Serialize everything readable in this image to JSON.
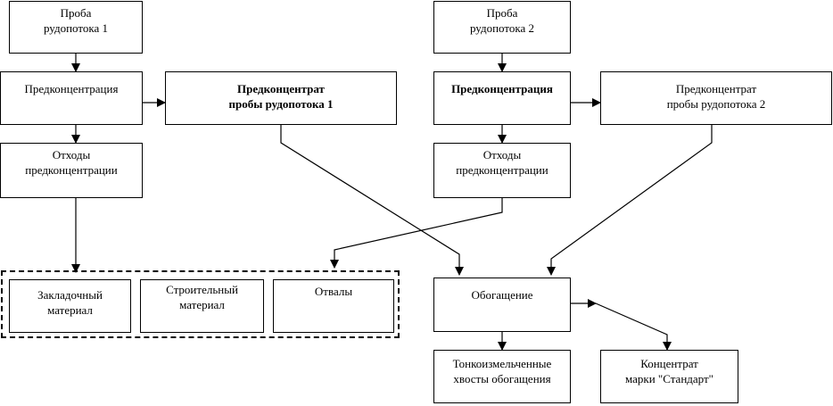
{
  "nodes": {
    "sample1": "Проба\nрудопотока 1",
    "sample2": "Проба\nрудопотока 2",
    "preconc1": "Предконцентрация",
    "preconc2": "Предконцентрация",
    "preconcentrate1": "Предконцентрат\nпробы рудопотока 1",
    "preconcentrate2": "Предконцентрат\nпробы рудопотока 2",
    "tailings1": "Отходы\nпредконцентрации",
    "tailings2": "Отходы\nпредконцентрации",
    "backfill": "Закладочный\nматериал",
    "construction": "Строительный\nматериал",
    "dumps": "Отвалы",
    "beneficiation": "Обогащение",
    "fine_tailings": "Тонкоизмельченные\nхвосты обогащения",
    "concentrate": "Концентрат\nмарки \"Стандарт\""
  }
}
